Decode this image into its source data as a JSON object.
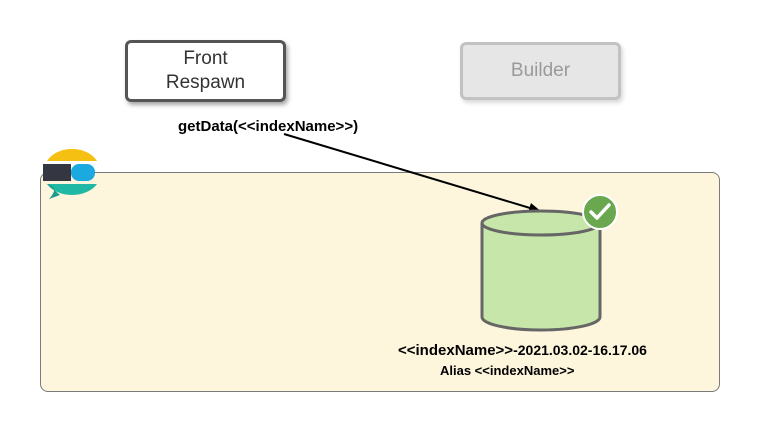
{
  "nodes": {
    "front": {
      "label": "Front\nRespawn"
    },
    "builder": {
      "label": "Builder"
    }
  },
  "edge": {
    "label": "getData(<<indexName>>)"
  },
  "index": {
    "name_prefix": "<<indexName>>",
    "name_suffix": "-2021.03.02-16.17.06",
    "alias": "Alias <<indexName>>",
    "status": "check-badge-icon"
  },
  "cluster": {
    "logo": "elasticsearch-logo"
  },
  "colors": {
    "cluster_fill": "#fdf5dc",
    "database_fill": "#c7e6a9",
    "badge": "#6aa84f",
    "builder_fill": "#e6e6e6"
  }
}
